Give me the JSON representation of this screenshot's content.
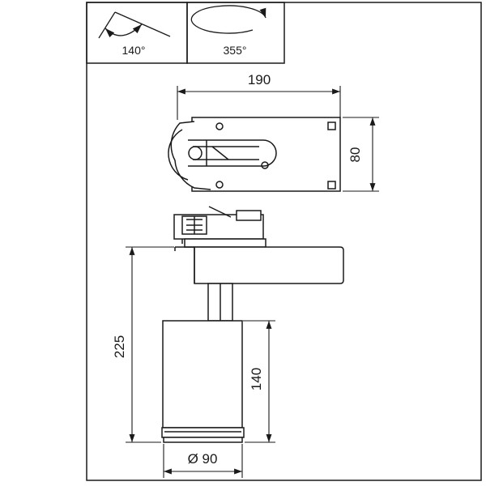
{
  "rotation": {
    "tilt_label": "140°",
    "pan_label": "355°"
  },
  "dimensions": {
    "length": "190",
    "width": "80",
    "height_total": "225",
    "body_height": "140",
    "diameter": "Ø 90"
  },
  "colors": {
    "line": "#1a1a1a",
    "background": "#ffffff"
  }
}
